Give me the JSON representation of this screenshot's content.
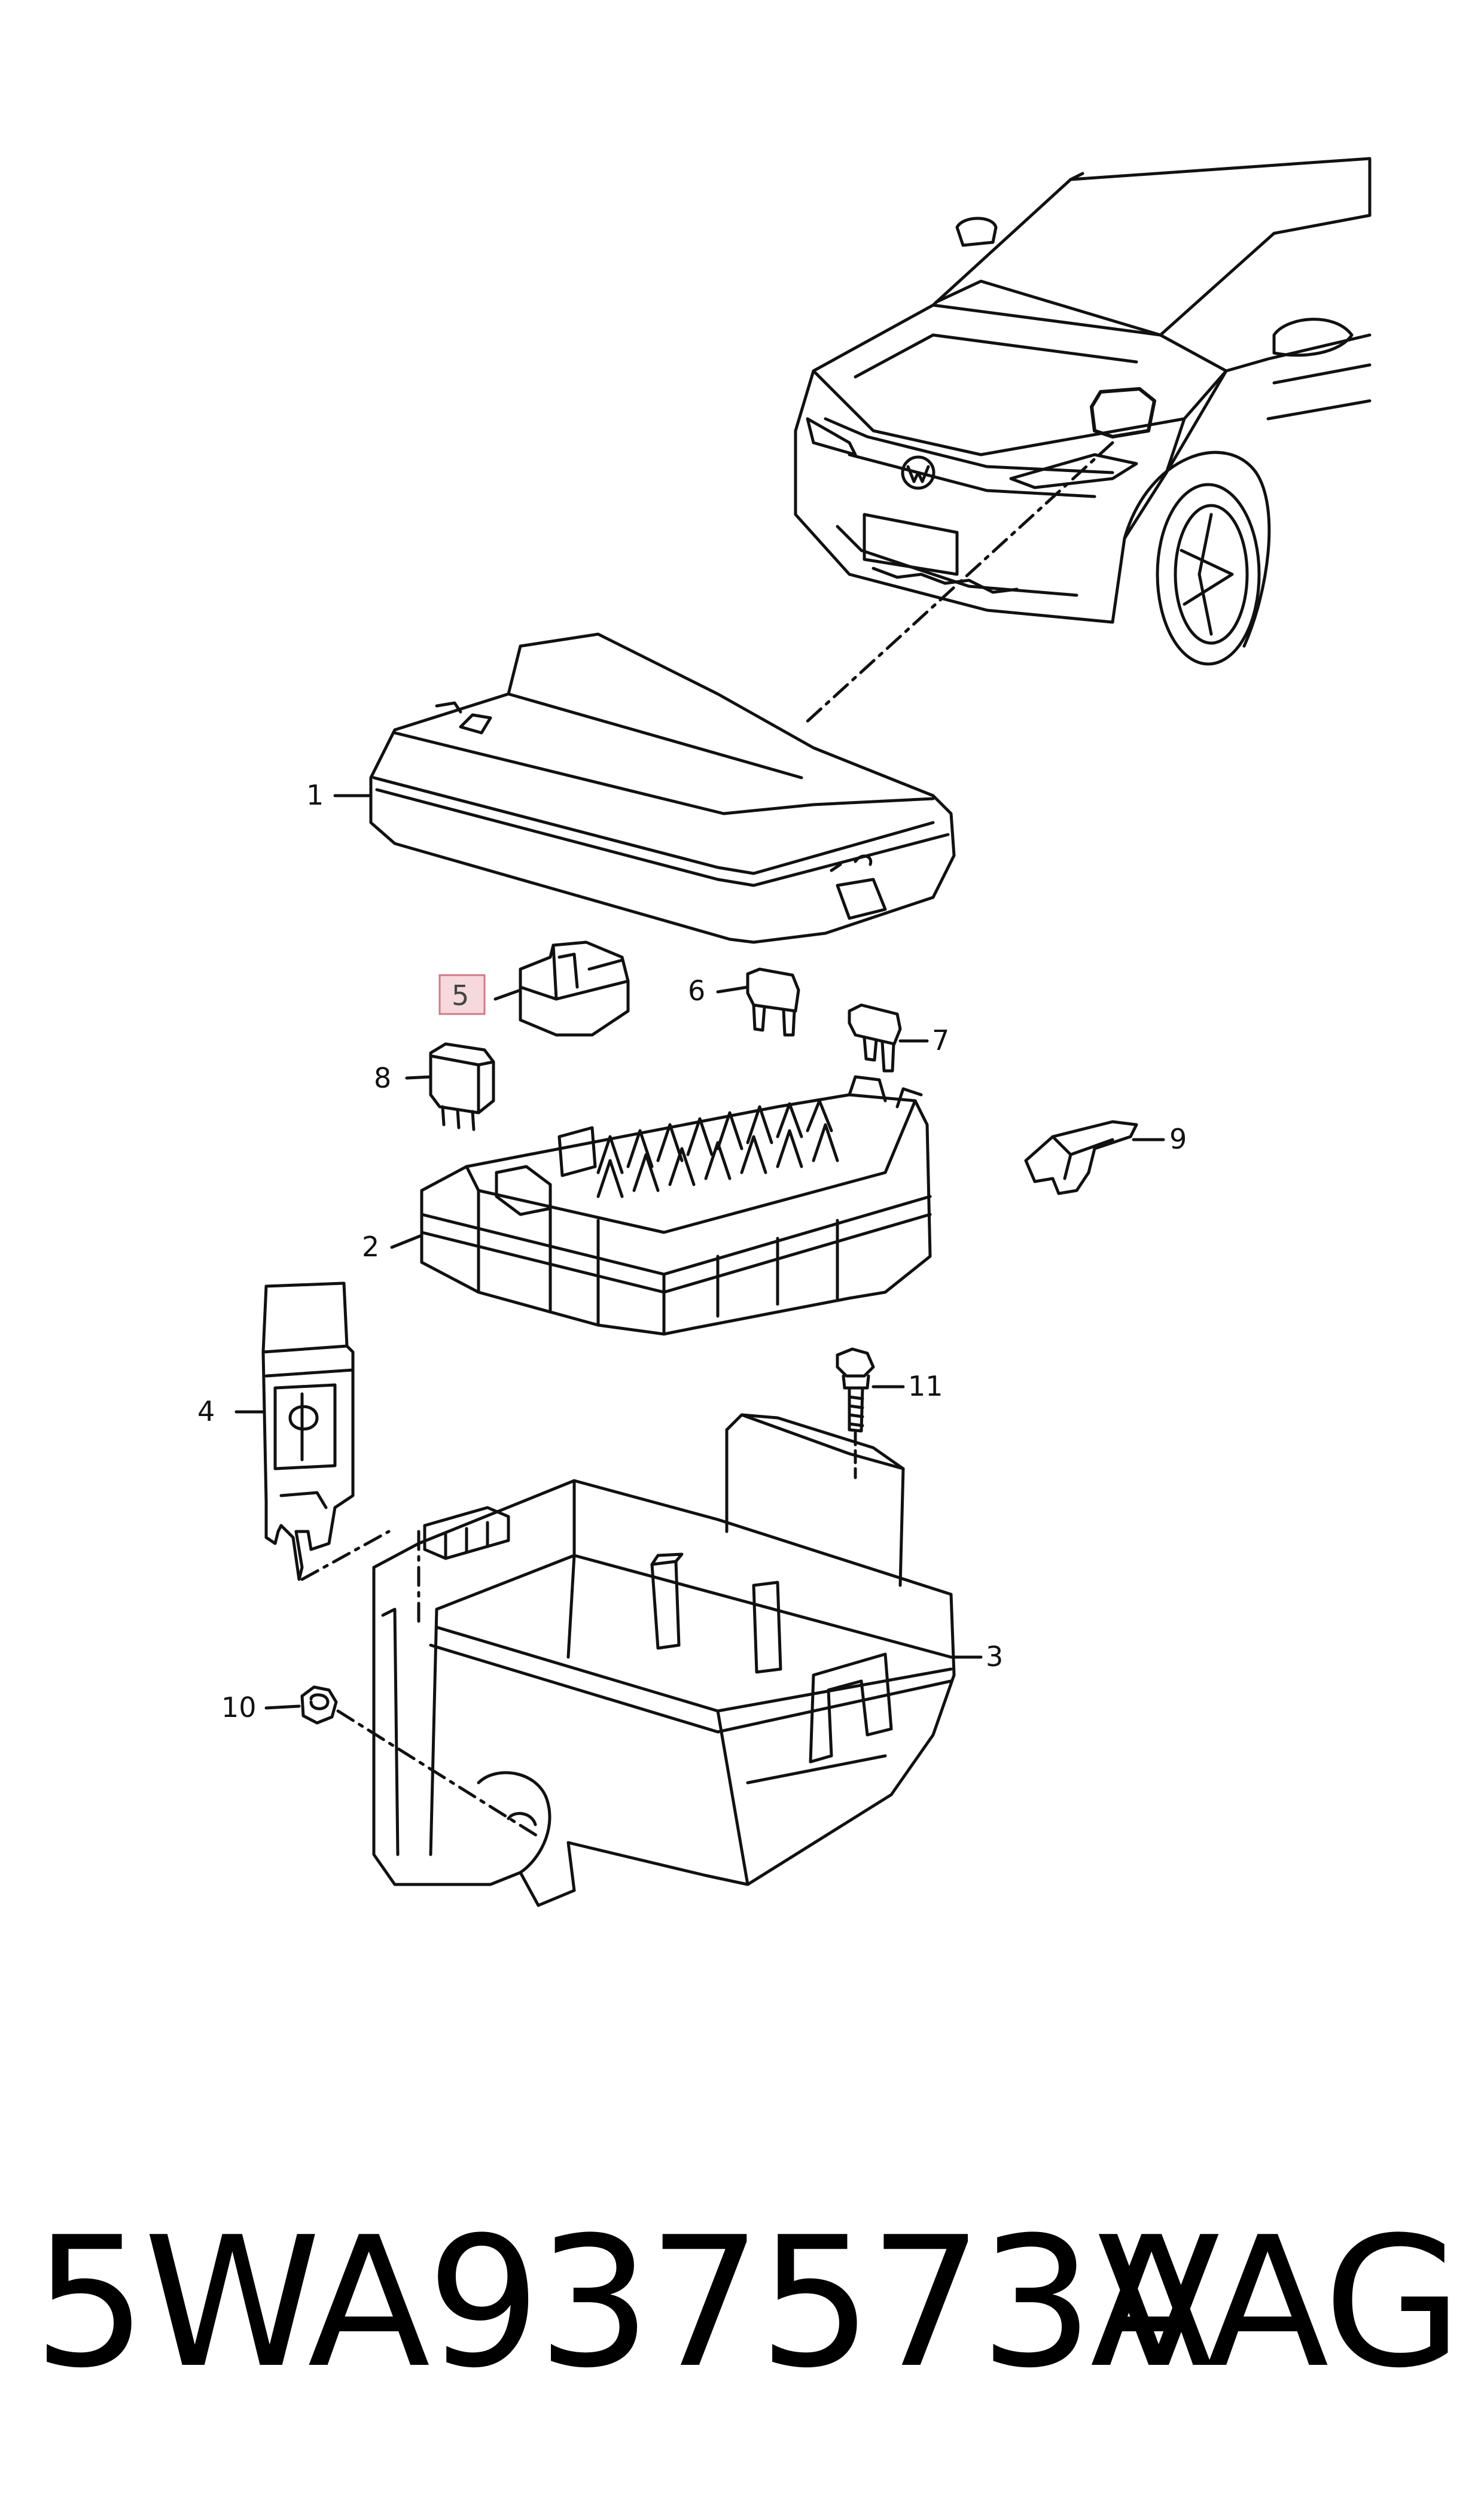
{
  "colors": {
    "line": "#111111",
    "highlight_fill": "#f6d9dc",
    "highlight_stroke": "#d07a84",
    "background": "#ffffff"
  },
  "callouts": {
    "c1": "1",
    "c2": "2",
    "c3": "3",
    "c4": "4",
    "c5": "5",
    "c6": "6",
    "c7": "7",
    "c8": "8",
    "c9": "9",
    "c10": "10",
    "c11": "11"
  },
  "highlighted_callout": "5",
  "footer": {
    "part_number": "5WA937573A",
    "brand": "VAG"
  }
}
